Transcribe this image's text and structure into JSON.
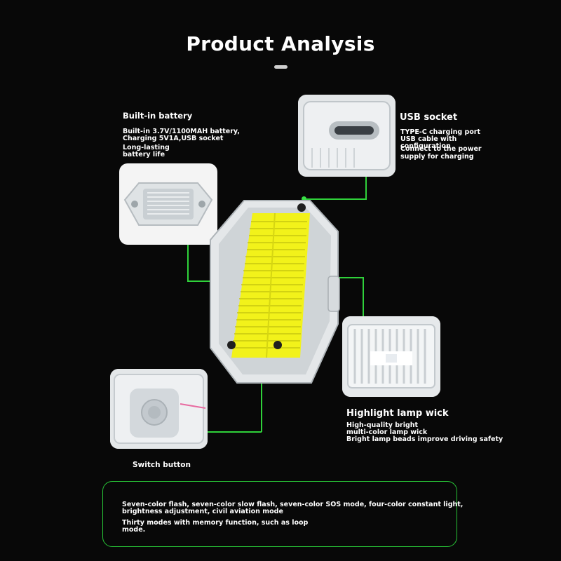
{
  "title": "Product Analysis",
  "battery": {
    "heading": "Built-in battery",
    "line1": "Built-in 3.7V/1100MAH battery,",
    "line2": "Charging 5V1A,USB socket",
    "line3": "Long-lasting",
    "line4": "battery life"
  },
  "usb": {
    "heading": "USB socket",
    "line1": "TYPE-C charging port",
    "line2": "USB cable with",
    "line3": "configuration",
    "line4": "Connect to the power",
    "line5": "supply for charging"
  },
  "lamp": {
    "heading": "Highlight lamp wick",
    "line1": "High-quality bright",
    "line2": "multi-color lamp wick",
    "line3": "Bright lamp beads improve driving safety"
  },
  "switch": {
    "heading": "Switch button"
  },
  "features": {
    "line1": "Seven-color flash, seven-color slow flash, seven-color SOS mode, four-color constant light,",
    "line2": "brightness adjustment, civil aviation mode",
    "line3": "Thirty modes with memory function, such as loop",
    "line4": "mode."
  },
  "colors": {
    "accent": "#2fd13a",
    "lamp_yellow": "#f2f21a",
    "background": "#080808"
  }
}
